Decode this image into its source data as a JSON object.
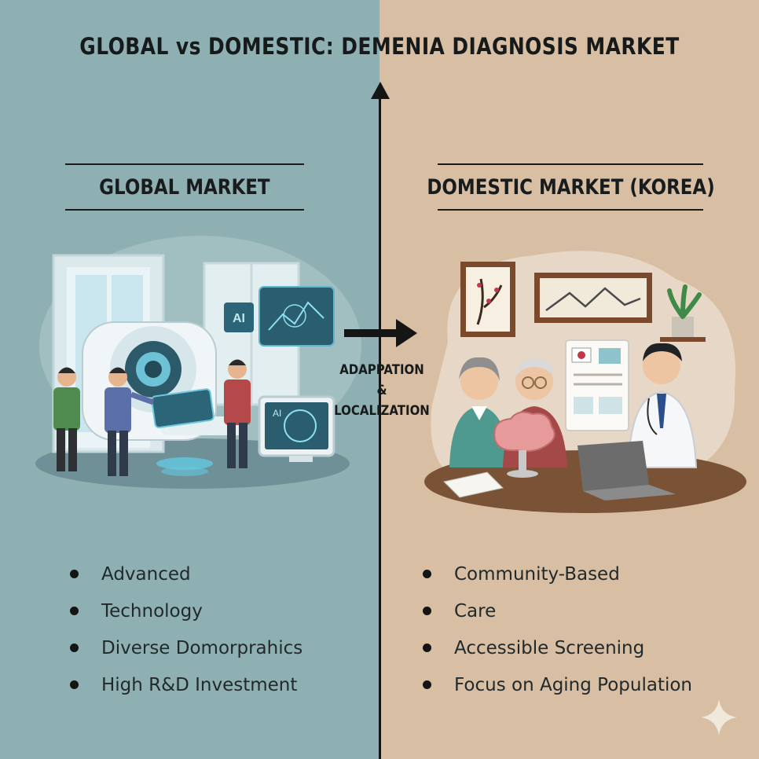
{
  "title": "GLOBAL vs DOMESTIC: DEMENIA DIAGNOSIS MARKET",
  "global": {
    "heading": "GLOBAL MARKET",
    "screen_label": "AI",
    "monitor_label": "AI",
    "bullets": [
      "Advanced",
      "Technology",
      "Diverse Domorprahics",
      "High R&D Investment"
    ]
  },
  "domestic": {
    "heading": "DOMESTIC MARKET (KOREA)",
    "bullets": [
      "Community-Based",
      "Care",
      "Accessible Screening",
      "Focus on Aging Population"
    ]
  },
  "flow": {
    "line1": "ADAPPATION",
    "line2": "& LOCALIZATION"
  },
  "colors": {
    "left_bg": "#8fb0b3",
    "right_bg": "#d8bea3",
    "ink": "#151515"
  }
}
